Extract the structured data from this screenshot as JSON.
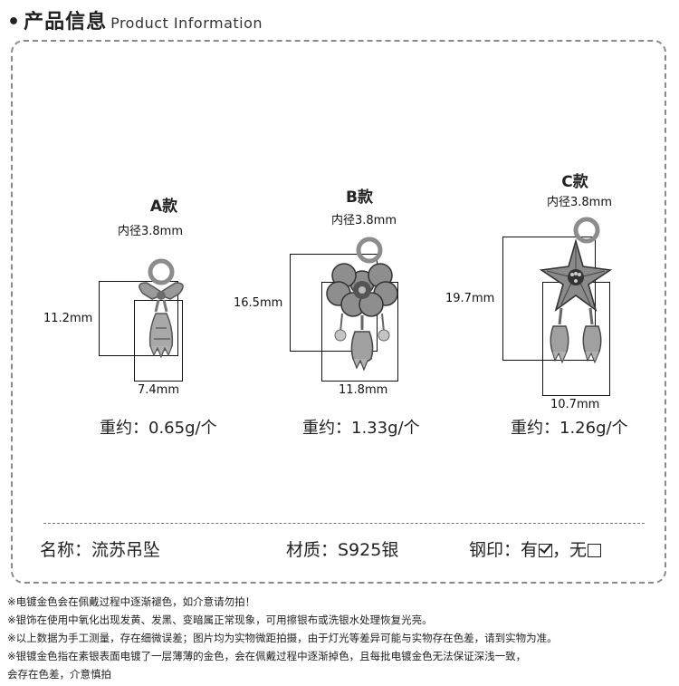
{
  "header": {
    "bullet": "•",
    "title_cn": "产品信息",
    "title_en": "Product Information"
  },
  "variants": [
    {
      "title": "A款",
      "inner_diameter": "内径3.8mm",
      "height": "11.2mm",
      "width": "7.4mm",
      "weight": "重约：0.65g/个"
    },
    {
      "title": "B款",
      "inner_diameter": "内径3.8mm",
      "height": "16.5mm",
      "width": "11.8mm",
      "weight": "重约：1.33g/个"
    },
    {
      "title": "C款",
      "inner_diameter": "内径3.8mm",
      "height": "19.7mm",
      "width": "10.7mm",
      "weight": "重约：1.26g/个"
    }
  ],
  "specs": {
    "name": "名称：流苏吊坠",
    "material": "材质：S925银",
    "stamp_label": "钢印：有",
    "stamp_no": "，无"
  },
  "notes": [
    "※电镀金色会在佩戴过程中逐渐褪色，如介意请勿拍！",
    "※银饰在使用中氧化出现发黄、发黑、变暗属正常现象，可用擦银布或洗银水处理恢复光亮。",
    "※以上数据为手工测量，存在细微误差；图片均为实物微距拍摄，由于灯光等差异可能与实物存在色差，请到实物为准。",
    "※银镀金色指在素银表面电镀了一层薄薄的金色，会在佩戴过程中逐渐掉色，且每批电镀金色无法保证深浅一致，",
    "会存在色差，介意慎拍"
  ]
}
